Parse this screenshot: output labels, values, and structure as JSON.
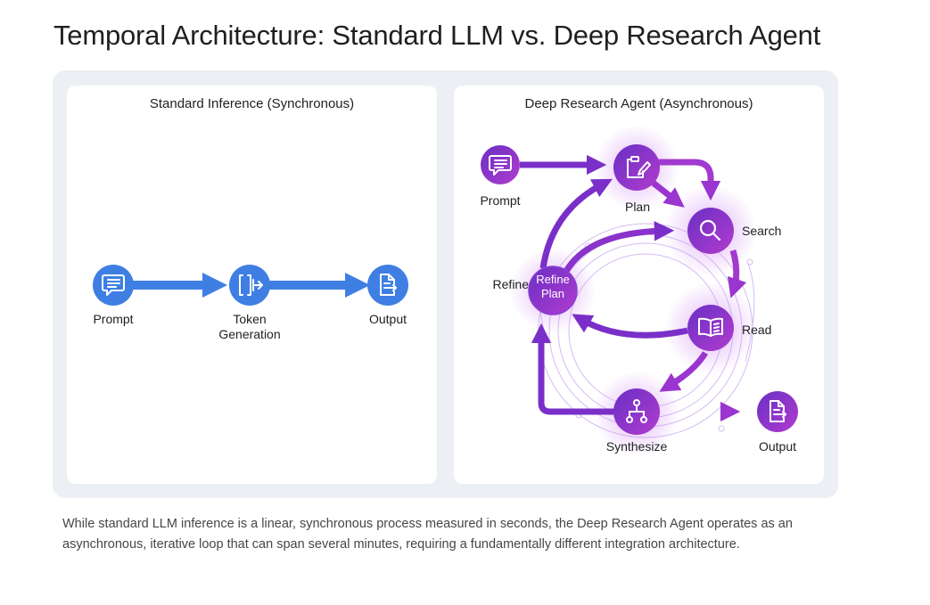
{
  "title": "Temporal Architecture: Standard LLM vs. Deep Research Agent",
  "colors": {
    "standard_blue": "#3f7fe3",
    "agent_purple": "#7b2fc9",
    "agent_magenta": "#b43ad0",
    "frame_bg": "#ecf0f4",
    "caption_text": "#444746"
  },
  "standard": {
    "title": "Standard Inference (Synchronous)",
    "nodes": [
      {
        "id": "prompt",
        "label": "Prompt",
        "icon": "chat-bubble-icon"
      },
      {
        "id": "token",
        "label_line1": "Token",
        "label_line2": "Generation",
        "icon": "token-bracket-arrow-icon"
      },
      {
        "id": "output",
        "label": "Output",
        "icon": "document-export-icon"
      }
    ]
  },
  "agent": {
    "title": "Deep Research Agent (Asynchronous)",
    "nodes": [
      {
        "id": "prompt",
        "label": "Prompt",
        "icon": "chat-bubble-icon"
      },
      {
        "id": "plan",
        "label": "Plan",
        "icon": "clipboard-edit-icon"
      },
      {
        "id": "search",
        "label": "Search",
        "icon": "magnifier-icon"
      },
      {
        "id": "read",
        "label": "Read",
        "icon": "open-book-icon"
      },
      {
        "id": "refine",
        "label": "Refine",
        "inner_line1": "Refine",
        "inner_line2": "Plan"
      },
      {
        "id": "synthesize",
        "label": "Synthesize",
        "icon": "hierarchy-tree-icon"
      },
      {
        "id": "output",
        "label": "Output",
        "icon": "document-export-icon"
      }
    ]
  },
  "caption": "While standard LLM inference is a linear, synchronous process measured in seconds, the Deep Research Agent operates as an asynchronous, iterative loop that can span several minutes, requiring a fundamentally different integration architecture."
}
